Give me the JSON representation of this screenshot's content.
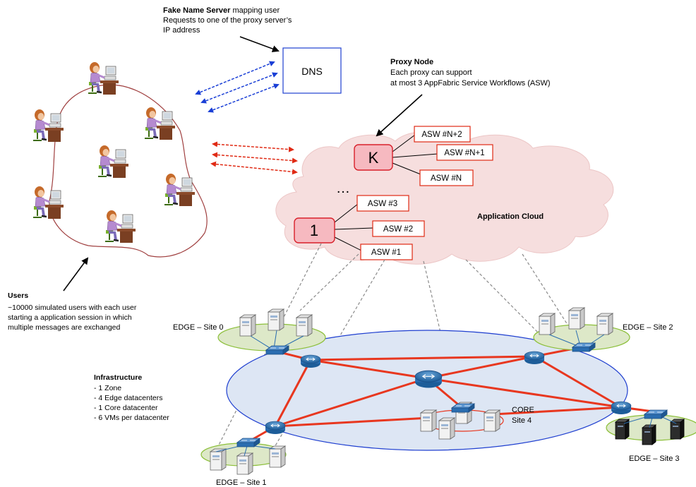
{
  "dns": {
    "title_bold": "Fake Name Server",
    "title_rest": " mapping user",
    "line2": "Requests to one of the proxy server’s",
    "line3": "IP address",
    "box_label": "DNS"
  },
  "proxy_note": {
    "title": "Proxy Node",
    "line1": "Each proxy can support",
    "line2": "at most 3 AppFabric Service Workflows (ASW)"
  },
  "proxies": {
    "k_label": "K",
    "one_label": "1",
    "ellipsis": "…"
  },
  "asw": {
    "n2": "ASW #N+2",
    "n1": "ASW #N+1",
    "n": "ASW #N",
    "a3": "ASW #3",
    "a2": "ASW #2",
    "a1": "ASW #1"
  },
  "cloud_label": "Application Cloud",
  "users": {
    "title": "Users",
    "line1": "~10000 simulated users with each user",
    "line2": "starting a application session in which",
    "line3": " multiple messages are exchanged"
  },
  "infrastructure": {
    "title": "Infrastructure",
    "items": [
      "- 1 Zone",
      "- 4 Edge datacenters",
      "- 1 Core datacenter",
      "- 6 VMs per datacenter"
    ]
  },
  "sites": {
    "site0": "EDGE – Site 0",
    "site1": "EDGE – Site 1",
    "site2": "EDGE – Site 2",
    "site3": "EDGE – Site 3",
    "core1": "CORE",
    "core2": "Site 4"
  },
  "colors": {
    "dns_arrow": "#1a3fd6",
    "proxy_arrow": "#e02a14",
    "proxy_fill": "#f6b9c0",
    "proxy_stroke": "#d8202a",
    "cloud_fill": "#f6dede",
    "ring_fill": "#dde6f4",
    "ring_stroke": "#1f3fd0",
    "backbone": "#e8371f",
    "site_fill": "#dde8c8"
  }
}
